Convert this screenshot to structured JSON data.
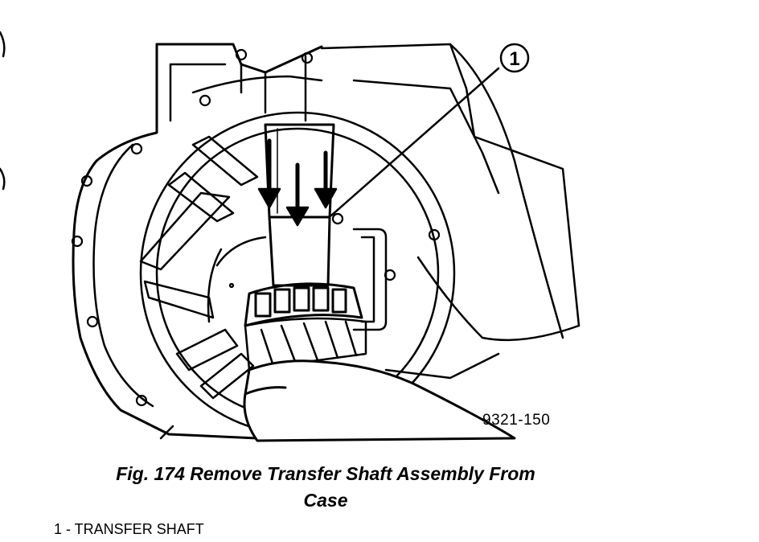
{
  "figure": {
    "callout_number": "1",
    "figure_id": "9321-150",
    "caption_line1": "Fig. 174 Remove Transfer Shaft Assembly From",
    "caption_line2": "Case",
    "legend_item": "1 - TRANSFER SHAFT"
  },
  "colors": {
    "ink": "#000000",
    "paper": "#ffffff"
  }
}
